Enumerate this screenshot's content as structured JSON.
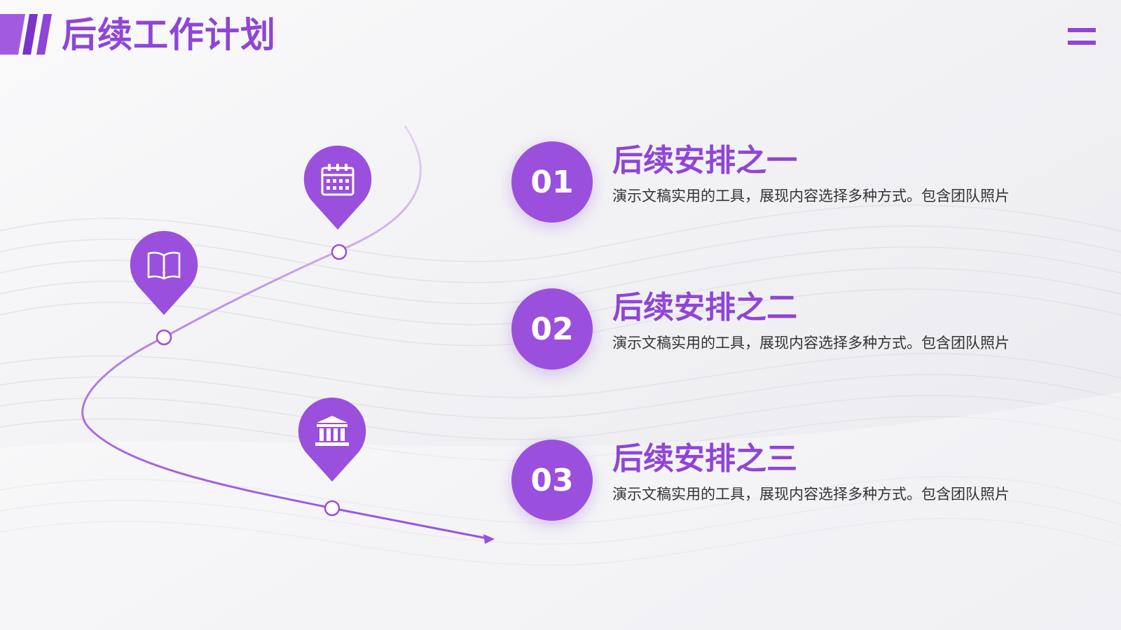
{
  "page": {
    "title": "后续工作计划",
    "accent_color": "#8f45d6",
    "menu_icon": "menu-icon"
  },
  "pins": [
    {
      "icon": "book-icon"
    },
    {
      "icon": "calendar-icon"
    },
    {
      "icon": "bank-icon"
    }
  ],
  "steps": [
    {
      "number": "01",
      "title": "后续安排之一",
      "desc": "演示文稿实用的工具，展现内容选择多种方式。包含团队照片"
    },
    {
      "number": "02",
      "title": "后续安排之二",
      "desc": "演示文稿实用的工具，展现内容选择多种方式。包含团队照片"
    },
    {
      "number": "03",
      "title": "后续安排之三",
      "desc": "演示文稿实用的工具，展现内容选择多种方式。包含团队照片"
    }
  ]
}
